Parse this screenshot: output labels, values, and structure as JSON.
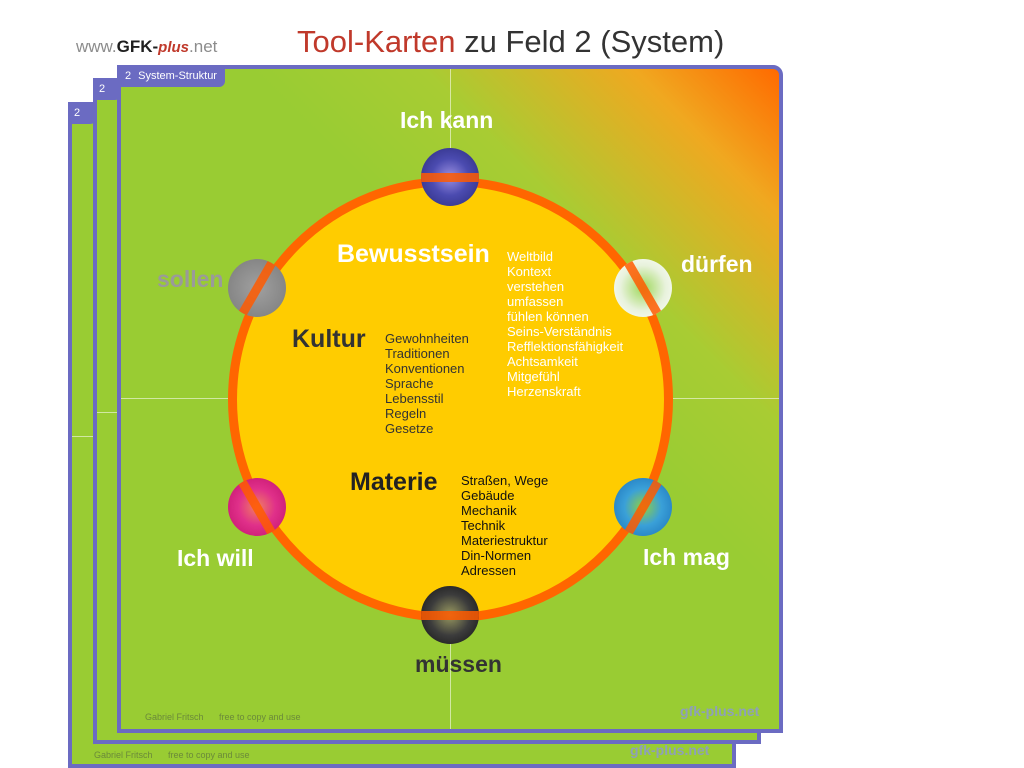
{
  "header": {
    "site_prefix": "www.",
    "site_brand": "GFK-",
    "site_plus": "plus",
    "site_suffix": ".net",
    "title_accent": "Tool-Karten",
    "title_rest": " zu Feld 2 (System)"
  },
  "cards": {
    "back2": {
      "tab": "2",
      "author": "Gabriel Fritsch",
      "license": "free to copy and use",
      "brand": "gfk-plus.net"
    },
    "back1": {
      "tab": "2"
    },
    "front": {
      "tab_number": "2",
      "tab_title": "System-Struktur",
      "author": "Gabriel Fritsch",
      "license": "free to copy and use",
      "brand": "gfk-plus.net"
    }
  },
  "orbs": {
    "top": "Ich kann",
    "upper_right": "dürfen",
    "upper_left": "sollen",
    "lower_left": "Ich will",
    "lower_right": "Ich mag",
    "bottom": "müssen"
  },
  "bewusstsein": {
    "heading": "Bewusstsein",
    "items": [
      "Weltbild",
      "Kontext",
      "verstehen",
      "umfassen",
      "fühlen können",
      "Seins-Verständnis",
      "Refflektionsfähigkeit",
      "Achtsamkeit",
      "Mitgefühl",
      "Herzenskraft"
    ]
  },
  "kultur": {
    "heading": "Kultur",
    "items": [
      "Gewohnheiten",
      "Traditionen",
      "Konventionen",
      "Sprache",
      "Lebensstil",
      "Regeln",
      "Gesetze"
    ]
  },
  "materie": {
    "heading": "Materie",
    "items": [
      "Straßen, Wege",
      "Gebäude",
      "Mechanik",
      "Technik",
      "Materiestruktur",
      "Din-Normen",
      "Adressen"
    ]
  },
  "colors": {
    "card_green": "#99cc33",
    "card_border": "#6b6bc2",
    "circle_fill": "#ffcc00",
    "circle_ring": "#ff6600",
    "title_accent": "#c0392b"
  }
}
